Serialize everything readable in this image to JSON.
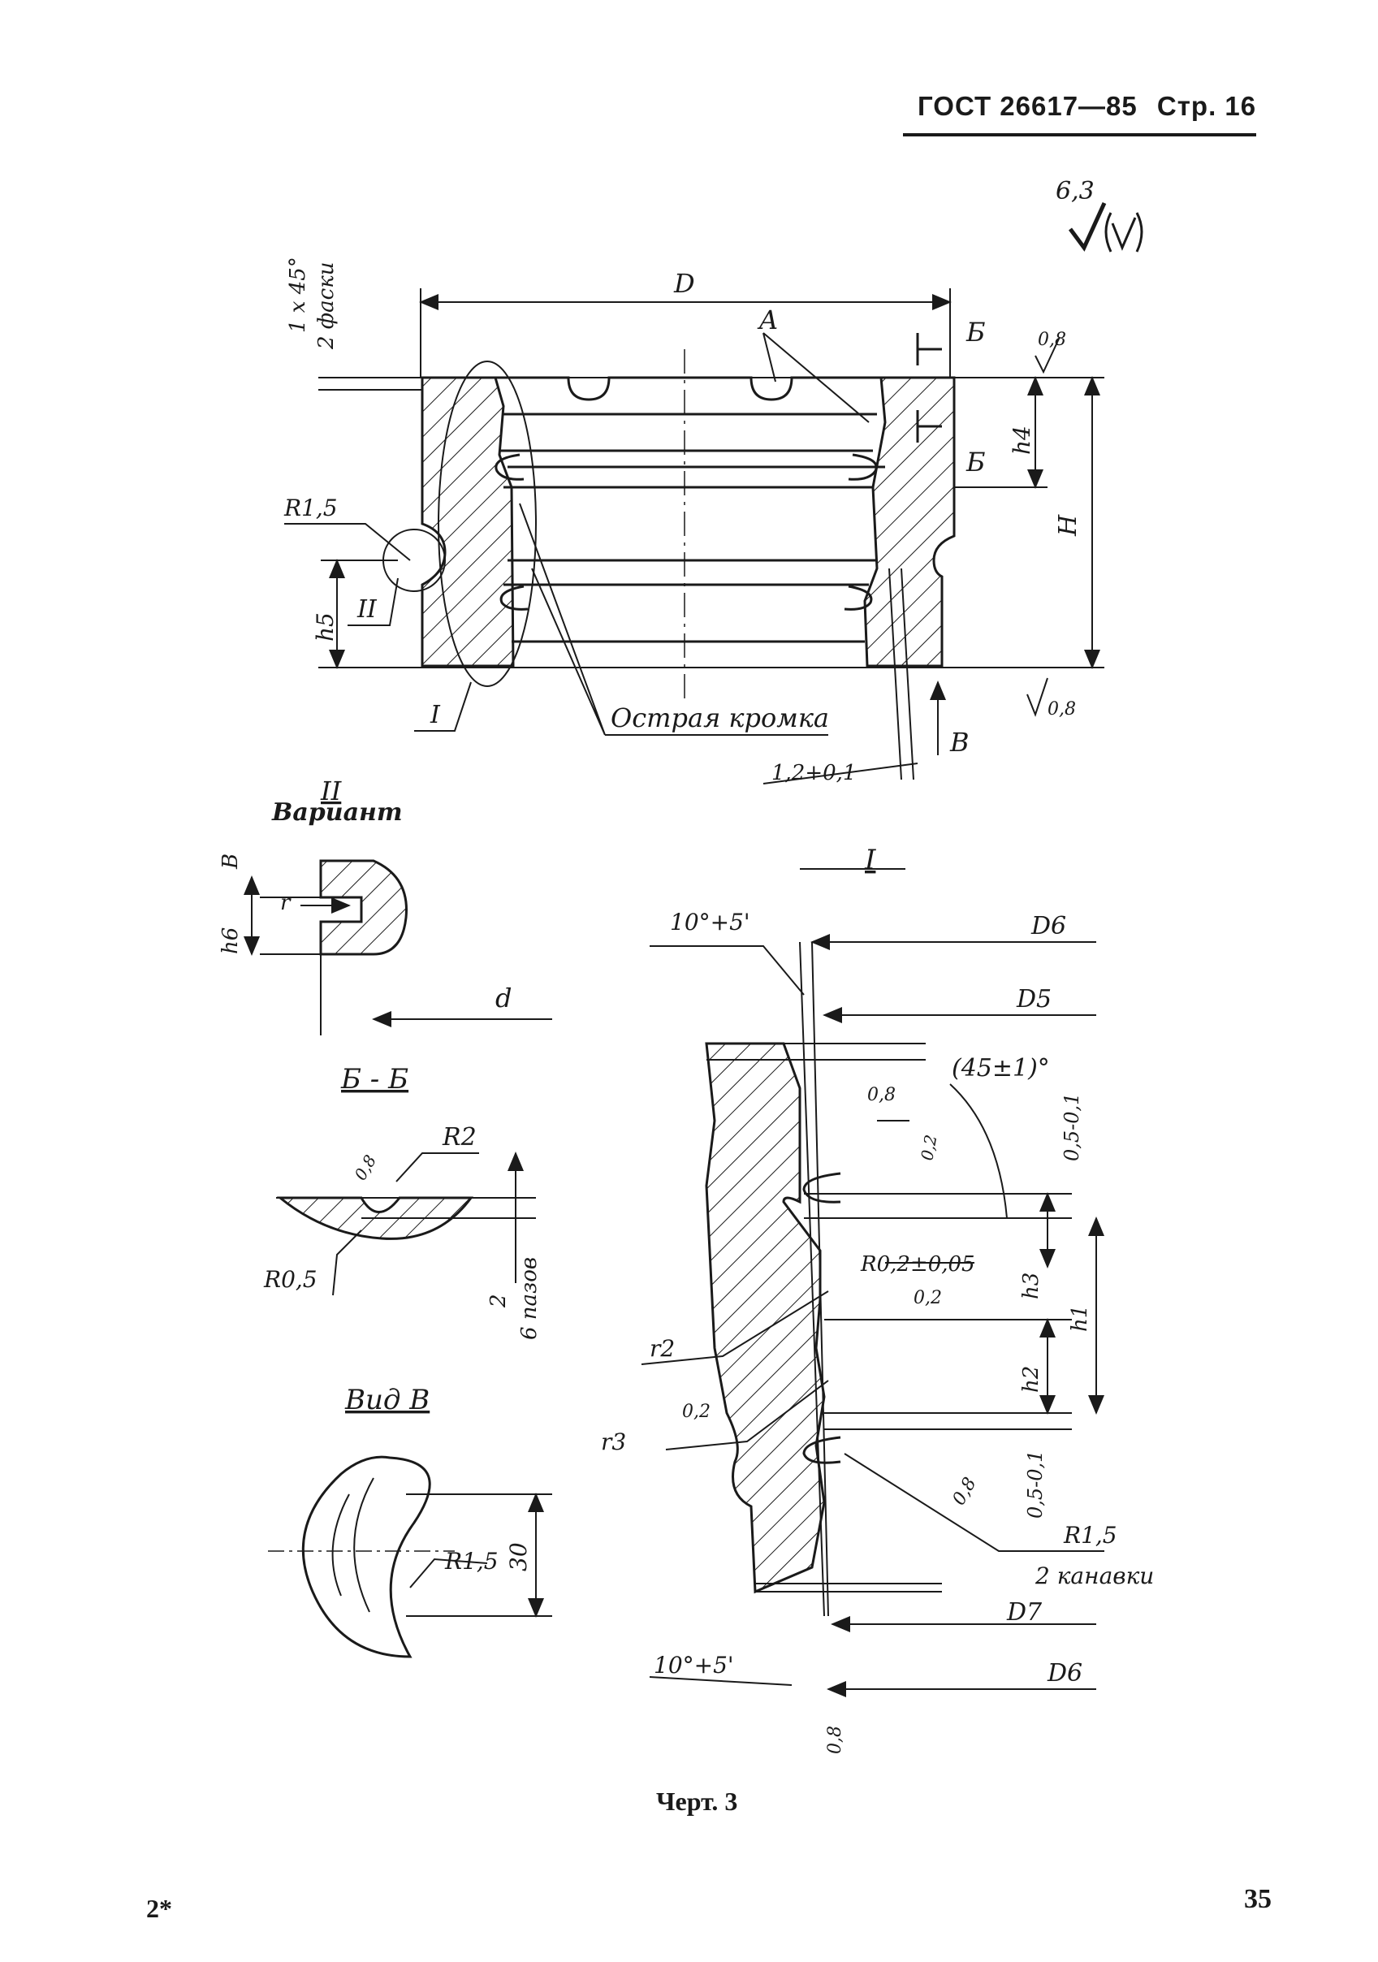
{
  "header": {
    "standard": "ГОСТ 26617—85",
    "page_label": "Стр. 16"
  },
  "roughness": {
    "main": "6,3",
    "paren": "(√)"
  },
  "main_view": {
    "dim_D": "D",
    "label_A": "A",
    "section_B": "Б",
    "chamfer_1": "1 x 45°",
    "chamfer_2": "2 фаски",
    "r15": "R1,5",
    "h5": "h5",
    "ii": "II",
    "i": "I",
    "h4": "h4",
    "H": "H",
    "rough_08": "0,8",
    "sharp_edge": "Острая кромка",
    "view_V": "B",
    "dim_12": "1,2+0,1"
  },
  "detail_ii": {
    "title": "II",
    "subtitle": "Вариант",
    "B": "B",
    "r": "r",
    "h6": "h6",
    "d": "d"
  },
  "section_bb": {
    "title": "Б - Б",
    "R2": "R2",
    "rough": "0,8",
    "R05": "R0,5",
    "two": "2",
    "grooves": "6 пазов"
  },
  "view_v": {
    "title": "Вид В",
    "R15": "R1,5",
    "dim30": "30"
  },
  "detail_i": {
    "title": "I",
    "angle_top": "10°+5'",
    "D6": "D6",
    "D5": "D5",
    "angle45": "(45±1)°",
    "r08a": "0,8",
    "r02a": "0,2",
    "dim05a": "0,5-0,1",
    "R02": "R0,2±0,05",
    "h3": "h3",
    "h1": "h1",
    "r02b": "0,2",
    "r2": "r2",
    "h2": "h2",
    "r02c": "0,2",
    "r3": "r3",
    "dim05b": "0,5-0,1",
    "r08b": "0,8",
    "R15": "R1,5",
    "grooves": "2 канавки",
    "D7": "D7",
    "angle_bot": "10°+5'",
    "D6b": "D6",
    "r08c": "0,8"
  },
  "caption": "Черт. 3",
  "page_number": "35",
  "signature_mark": "2*"
}
